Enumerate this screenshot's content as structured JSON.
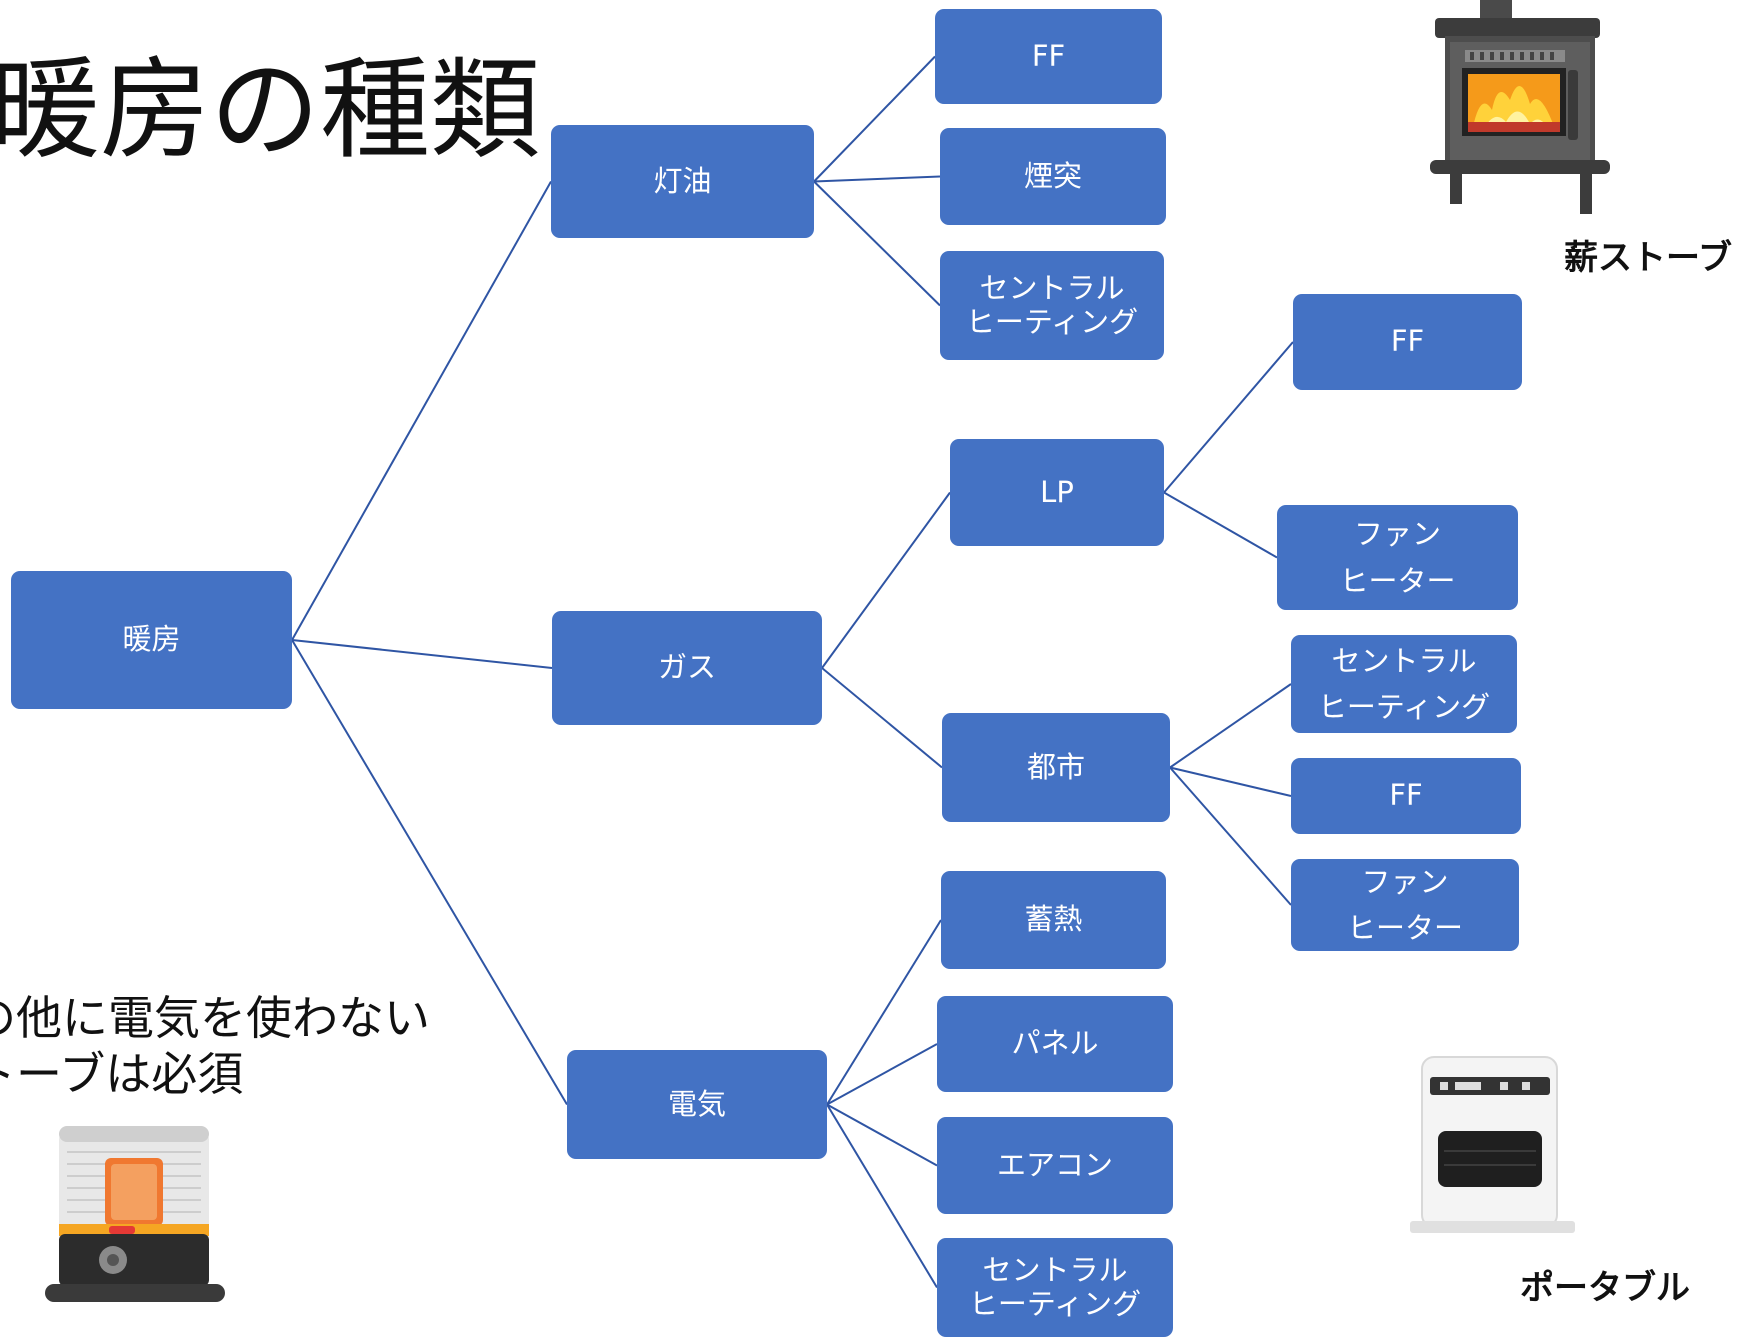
{
  "title": "暖房の種類",
  "note": "の他に電気を使わない\nトーブは必須",
  "captions": {
    "wood_stove": "薪ストーブ",
    "portable": "ポータブル"
  },
  "nodes": {
    "root": "暖房",
    "kerosene": "灯油",
    "kerosene_ff": "FF",
    "kerosene_chimney": "煙突",
    "kerosene_central": "セントラル\nヒーティング",
    "gas": "ガス",
    "lp": "LP",
    "lp_ff": "FF",
    "lp_fan": "ファン\nヒーター",
    "city": "都市",
    "city_central": "セントラル\nヒーティング",
    "city_ff": "FF",
    "city_fan": "ファン\nヒーター",
    "electric": "電気",
    "storage": "蓄熱",
    "panel": "パネル",
    "aircon": "エアコン",
    "electric_central": "セントラル\nヒーティング"
  },
  "colors": {
    "node_fill": "#4472c4",
    "node_text": "#ffffff",
    "connector": "#2f55a4"
  }
}
